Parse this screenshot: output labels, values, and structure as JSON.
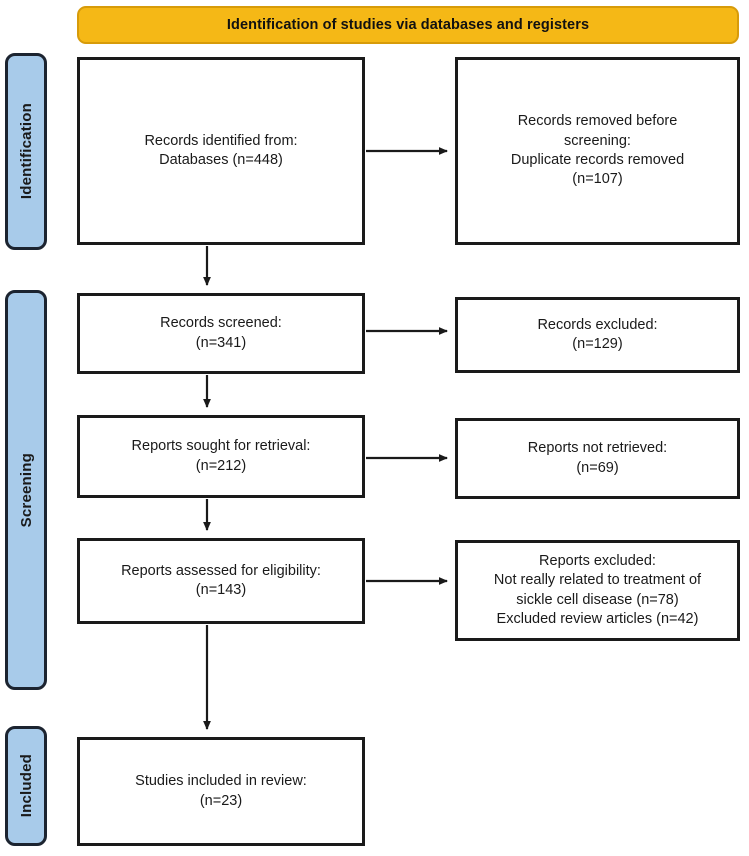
{
  "diagram": {
    "type": "prisma-flow-diagram",
    "title": "Identification of studies via databases and registers",
    "colors": {
      "banner_fill": "#f5b816",
      "banner_border": "#d79b0a",
      "stage_fill": "#a8cbea",
      "stage_border": "#1c2430",
      "box_border": "#1a1a1a",
      "box_fill": "#ffffff",
      "text": "#1a1a1a",
      "connector": "#1a1a1a"
    },
    "stages": [
      {
        "id": "identification",
        "label": "Identification"
      },
      {
        "id": "screening",
        "label": "Screening"
      },
      {
        "id": "included",
        "label": "Included"
      }
    ],
    "boxes": {
      "identified": {
        "text": "Records identified from:\nDatabases (n=448)",
        "count": 448
      },
      "removed": {
        "text": "Records removed before\nscreening:\nDuplicate records removed\n(n=107)",
        "count": 107
      },
      "screened": {
        "text": "Records screened:\n(n=341)",
        "count": 341
      },
      "excluded": {
        "text": "Records excluded:\n(n=129)",
        "count": 129
      },
      "sought": {
        "text": "Reports sought for retrieval:\n(n=212)",
        "count": 212
      },
      "not_retrieved": {
        "text": "Reports not retrieved:\n(n=69)",
        "count": 69
      },
      "assessed": {
        "text": "Reports assessed for eligibility:\n(n=143)",
        "count": 143
      },
      "reports_excluded": {
        "text": "Reports excluded:\nNot really related to treatment of\nsickle cell disease (n=78)\nExcluded review articles (n=42)",
        "reasons": [
          {
            "reason": "Not really related to treatment of sickle cell disease",
            "count": 78
          },
          {
            "reason": "Excluded review articles",
            "count": 42
          }
        ]
      },
      "included": {
        "text": "Studies included in review:\n(n=23)",
        "count": 23
      }
    },
    "connectors": [
      {
        "name": "identified-to-removed",
        "direction": "right"
      },
      {
        "name": "identified-to-screened",
        "direction": "down"
      },
      {
        "name": "screened-to-excluded",
        "direction": "right"
      },
      {
        "name": "screened-to-sought",
        "direction": "down"
      },
      {
        "name": "sought-to-not-retrieved",
        "direction": "right"
      },
      {
        "name": "sought-to-assessed",
        "direction": "down"
      },
      {
        "name": "assessed-to-reports-excluded",
        "direction": "right"
      },
      {
        "name": "assessed-to-included",
        "direction": "down"
      }
    ]
  }
}
